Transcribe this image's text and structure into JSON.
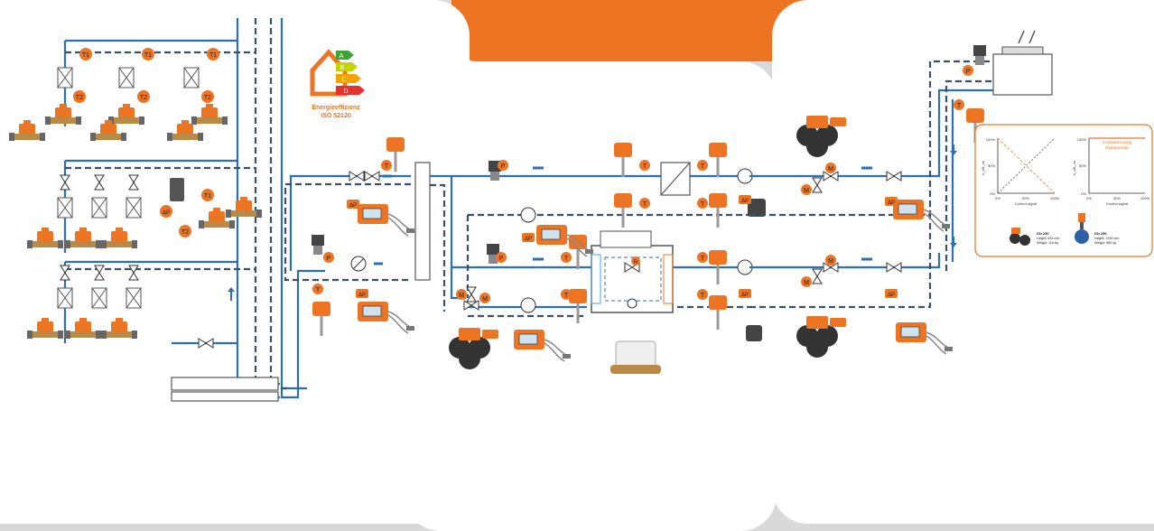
{
  "colors": {
    "accent": "#ec7423",
    "pipe_blue": "#2b6fb5",
    "pipe_dark": "#3b4f68",
    "panel_bg": "#ffffff",
    "frame_grey": "#d9d9d9"
  },
  "energy_label": {
    "classes": [
      "A",
      "B",
      "C",
      "D"
    ],
    "caption_line1": "Energieeffizienz",
    "caption_line2": "ISO 52120"
  },
  "sensor_labels": {
    "t1": "T1",
    "t2": "T2",
    "t": "T",
    "p": "P",
    "m": "M",
    "r": "R",
    "dp": "ΔP"
  },
  "info_box": {
    "chart_left": {
      "y_ticks": [
        "100%",
        "50%",
        "0%"
      ],
      "x_ticks": [
        "0%",
        "50%",
        "100%"
      ],
      "ylabel": "k_v/k_vs",
      "xlabel": "Control signal"
    },
    "chart_right": {
      "y_ticks": [
        "100%",
        "50%",
        "0%"
      ],
      "x_ticks": [
        "0%",
        "50%",
        "100%"
      ],
      "ylabel": "k_v/k_vs",
      "xlabel": "Control signal",
      "annotation_line1": "Constant mixing",
      "annotation_line2": "characteristic"
    },
    "product_a": {
      "title": "DN 250",
      "line1": "Height: 632 mm",
      "line2": "Weight: 116 kg"
    },
    "product_b": {
      "title": "DN 250",
      "line1": "Height: 1930 mm",
      "line2": "Weight: 580 kg"
    }
  }
}
